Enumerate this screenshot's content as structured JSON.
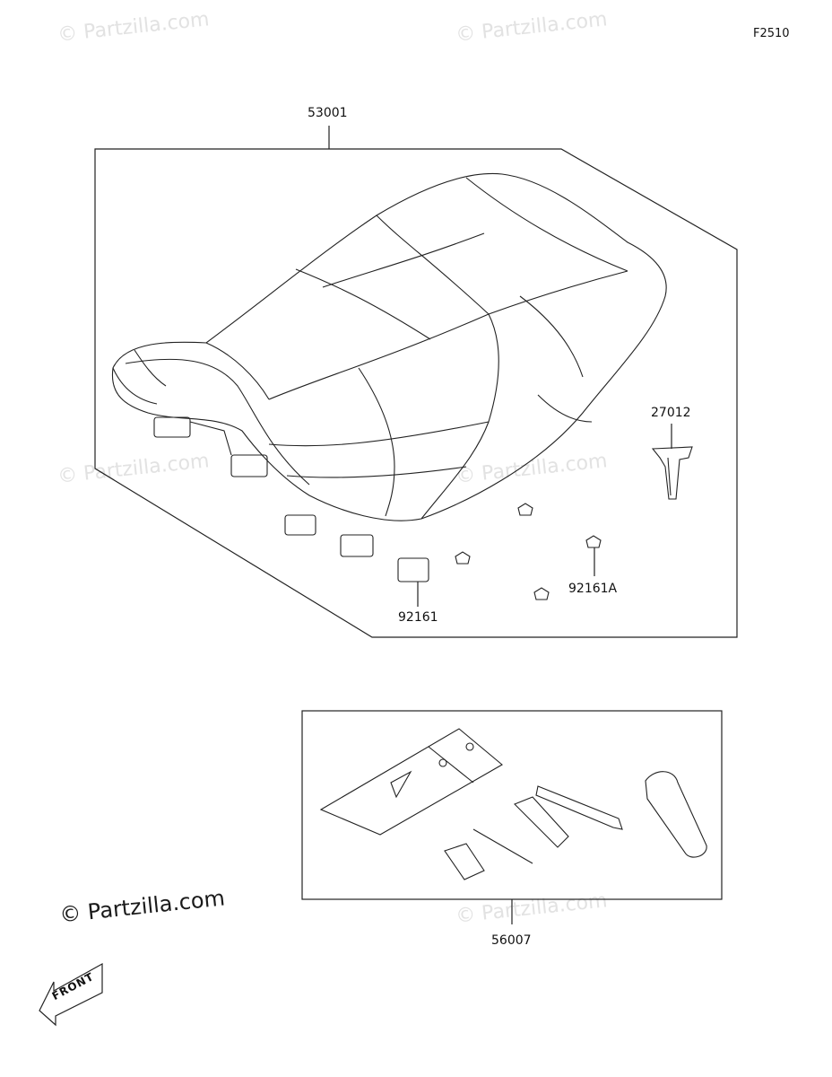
{
  "figure_code": "F2510",
  "watermark": "© Partzilla.com",
  "main_watermark": "© Partzilla.com",
  "front_label": "FRONT",
  "parts": [
    {
      "number": "53001",
      "name": "seat-assembly"
    },
    {
      "number": "27012",
      "name": "seat-bracket"
    },
    {
      "number": "92161A",
      "name": "damper-92161a"
    },
    {
      "number": "92161",
      "name": "damper-92161"
    },
    {
      "number": "56007",
      "name": "tool-kit"
    }
  ]
}
